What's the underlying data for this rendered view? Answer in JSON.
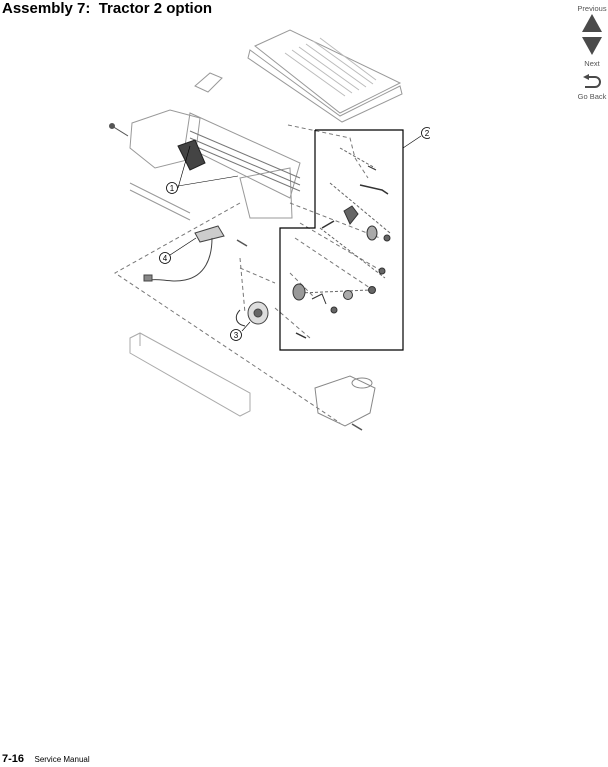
{
  "page": {
    "title": "Assembly 7:  Tractor 2 option"
  },
  "nav": {
    "previous_label": "Previous",
    "next_label": "Next",
    "goback_label": "Go Back"
  },
  "diagram": {
    "callouts": [
      "1",
      "2",
      "3",
      "4"
    ]
  },
  "footer": {
    "page_number": "7-16",
    "manual_name": "Service Manual"
  }
}
